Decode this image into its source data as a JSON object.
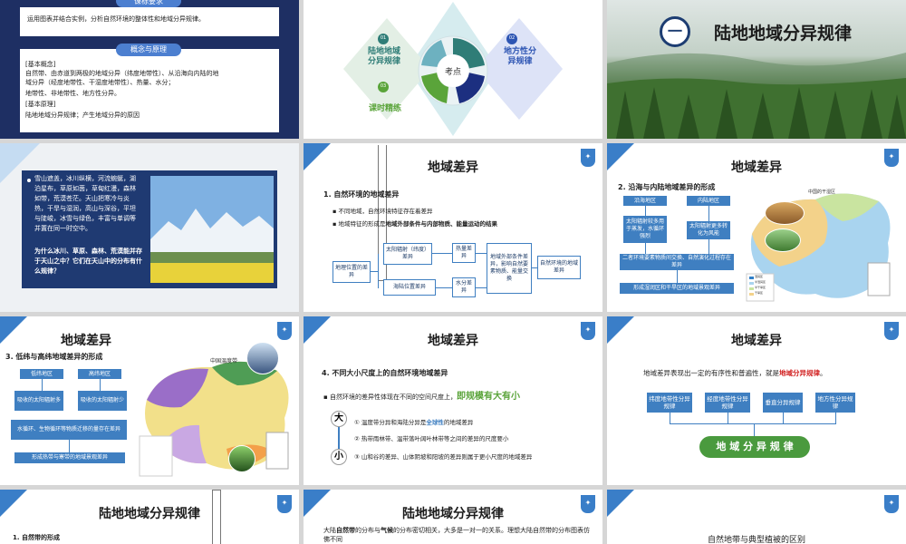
{
  "s1": {
    "header": "课标要求",
    "standard": "运用图表并结合实例，分析自然环境的整体性和地域分异规律。",
    "section": "概念与原理",
    "lines": [
      "[基本概念]",
      "自然带、由赤道到两极的地域分异（纬度地带性）、从沿海向内陆的地",
      "域分异（经度地带性、干湿度地带性）、热量、水分；",
      "地带性、非地带性、地方性分异。",
      "[基本原理]",
      "陆地地域分异规律；产生地域分异的原因"
    ]
  },
  "s2": {
    "center": "考点",
    "items": [
      {
        "num": "01",
        "label": "陆地地域\n分异规律"
      },
      {
        "num": "02",
        "label": "地方性分\n异规律"
      },
      {
        "num": "03",
        "label": "课时精练"
      }
    ]
  },
  "s3": {
    "num": "一",
    "title": "陆地地域分异规律"
  },
  "s4": {
    "poem": "雪山遮盖，冰川纵横，河流蜿蜒，湖泊星布，草原如茵，草甸红漫，森林如带，荒漠苍茫。天山把寒冷与炎热，干旱与湿润，高山与深谷，平坦与陡峻，冰雪与绿色，丰富与单调等并置在同一时空中。",
    "question": "为什么冰川、草原、森林、荒漠能并存于天山之中？它们在天山中的分布有什么规律？"
  },
  "s5": {
    "title": "地域差异",
    "heading": "1. 自然环境的地域差异",
    "b1": "不同地域，自然环境特征存在着差异",
    "b2_pre": "地域特征的形成是",
    "b2_bold": "地域外部条件与内部物质、能量运动的结果",
    "d_location": "地理位置的差异",
    "d_sun": "太阳辐射（纬度）差异",
    "d_heat": "热量差异",
    "d_sealand": "海陆位置差异",
    "d_water": "水分差异",
    "d_external": "地域外部条件差异，影响自然要素物质、能量交换",
    "d_result": "自然环境的地域差异"
  },
  "s6": {
    "title": "地域差异",
    "heading": "2. 沿海与内陆地域差异的形成",
    "coast": "沿海地区",
    "inland": "内陆地区",
    "coast_desc": "太阳辐射较多用于蒸发，水循环强烈",
    "inland_desc": "太阳辐射更多转化为风能",
    "exchange": "二者环境要素物质间交换、自然演化过程存在差异",
    "result": "形成湿润区和干旱区的地域景观差异",
    "map_title": "中国的干湿区",
    "legend": [
      "湿润区",
      "半湿润区",
      "半干旱区",
      "干旱区"
    ]
  },
  "s7": {
    "title": "地域差异",
    "heading": "3. 低纬与高纬地域差异的形成",
    "low": "低纬地区",
    "high": "高纬地区",
    "low_desc": "吸收的太阳辐射多",
    "high_desc": "吸收的太阳辐射少",
    "cycle": "水循环、生物循环等物质迁移的量存在差异",
    "result": "形成热带与寒带的地域景观差异",
    "map_title": "中国温度带"
  },
  "s8": {
    "title": "地域差异",
    "heading": "4. 不同大小尺度上的自然环境地域差异",
    "intro": "自然环境的差异性体现在不同的空间尺度上，",
    "intro_big": "即规模有大有小",
    "big": "大",
    "small": "小",
    "items": [
      {
        "n": "①",
        "pre": "温度带分异和海陆分异是",
        "hl": "全球性",
        "post": "的地域差异"
      },
      {
        "n": "②",
        "pre": "热带雨林带、温带落叶阔叶林带等之间的差异的尺度要小",
        "hl": "",
        "post": ""
      },
      {
        "n": "③",
        "pre": "山和谷的差异、山体阴坡和阳坡的差异则属于更小尺度的地域差异",
        "hl": "",
        "post": ""
      }
    ]
  },
  "s9": {
    "title": "地域差异",
    "intro_pre": "地域差异表现出一定的有序性和普遍性，就是",
    "intro_red": "地域分异规律",
    "intro_post": "。",
    "boxes": [
      "纬度地带性分异规律",
      "经度地带性分异规律",
      "垂直分异规律",
      "地方性分异规律"
    ],
    "law": "地 域 分 异 规 律"
  },
  "s10": {
    "title": "陆地地域分异规律",
    "heading": "1. 自然带的形成"
  },
  "s11": {
    "title": "陆地地域分异规律",
    "text_pre": "大陆",
    "b1": "自然带",
    "text_mid": "的分布与",
    "b2": "气候",
    "text_post": "的分布密切相关，大多是一对一的关系。理想大陆自然带的分布图表仿佛不同",
    "visible_tail": "的分布图表仿佛不同"
  },
  "s12": {
    "title": "自然地带与典型植被的区别"
  },
  "colors": {
    "accent": "#3f7fc1",
    "navy": "#1d3d72",
    "green": "#5aa43a",
    "red": "#d11f1f"
  }
}
